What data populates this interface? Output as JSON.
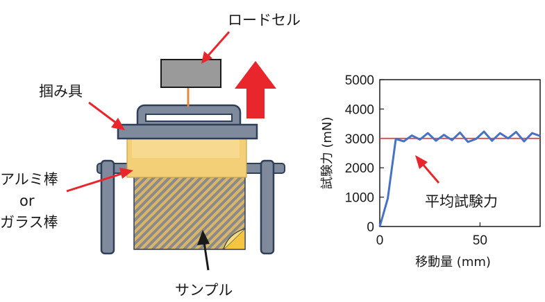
{
  "labels": {
    "load_cell": "ロードセル",
    "grip": "掴み具",
    "rod_line1": "アルミ棒",
    "rod_line2": "or",
    "rod_line3": "ガラス棒",
    "sample": "サンプル",
    "avg_force": "平均試験力"
  },
  "colors": {
    "frame": "#2f3f57",
    "frame_fill": "#7f8b9d",
    "load_cell": "#9a9a9a",
    "arrow_red": "#e8262b",
    "tape": "#f3cf78",
    "sample_bg": "#d9b56a",
    "sample_stripe": "#7d7d7d",
    "series_line": "#4472c4",
    "avg_line": "#e24a4a",
    "wire": "#e8863a"
  },
  "chart_data": {
    "type": "line",
    "title": "",
    "xlabel": "移動量 (mm)",
    "ylabel": "試験力 (mN)",
    "xlim": [
      0,
      80
    ],
    "ylim": [
      0,
      5000
    ],
    "x_ticks": [
      0,
      50
    ],
    "y_ticks": [
      0,
      1000,
      2000,
      3000,
      4000,
      5000
    ],
    "grid": false,
    "legend": "none",
    "series": [
      {
        "x": [
          0,
          4,
          8,
          12,
          16,
          20,
          24,
          28,
          32,
          36,
          40,
          44,
          48,
          52,
          56,
          60,
          64,
          68,
          72,
          76,
          80
        ],
        "y": [
          0,
          950,
          2980,
          2900,
          3100,
          2960,
          3180,
          2920,
          3120,
          2940,
          3200,
          2880,
          2980,
          3230,
          2920,
          3180,
          3000,
          3220,
          2900,
          3180,
          3080
        ]
      }
    ],
    "reference_line": {
      "y": 3000,
      "label": "平均試験力"
    }
  }
}
